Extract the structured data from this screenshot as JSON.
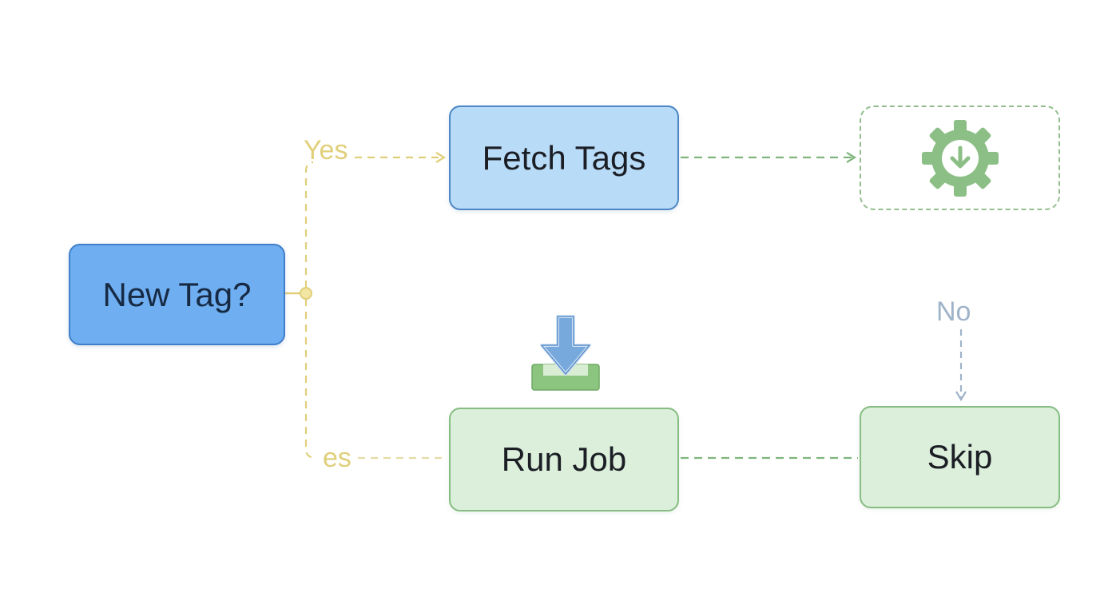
{
  "diagram": {
    "nodes": {
      "new_tag": {
        "label": "New Tag?"
      },
      "fetch_tags": {
        "label": "Fetch Tags"
      },
      "gear": {
        "icon": "gear-download-icon"
      },
      "run_job": {
        "label": "Run Job"
      },
      "skip": {
        "label": "Skip"
      }
    },
    "edge_labels": {
      "yes_top": "Yes",
      "yes_bottom": "es",
      "no": "No"
    },
    "icons": {
      "download": "download-tray-icon"
    },
    "colors": {
      "decision_fill": "#6faef0",
      "decision_border": "#3f7fcb",
      "process_blue_fill": "#b8dbf7",
      "process_green_fill": "#dcefdb",
      "green_border": "#86bd83",
      "yes_connector": "#e0cf7a",
      "no_connector": "#9fb3c9",
      "green_connector": "#86bd83",
      "gear": "#8cbf86"
    }
  }
}
